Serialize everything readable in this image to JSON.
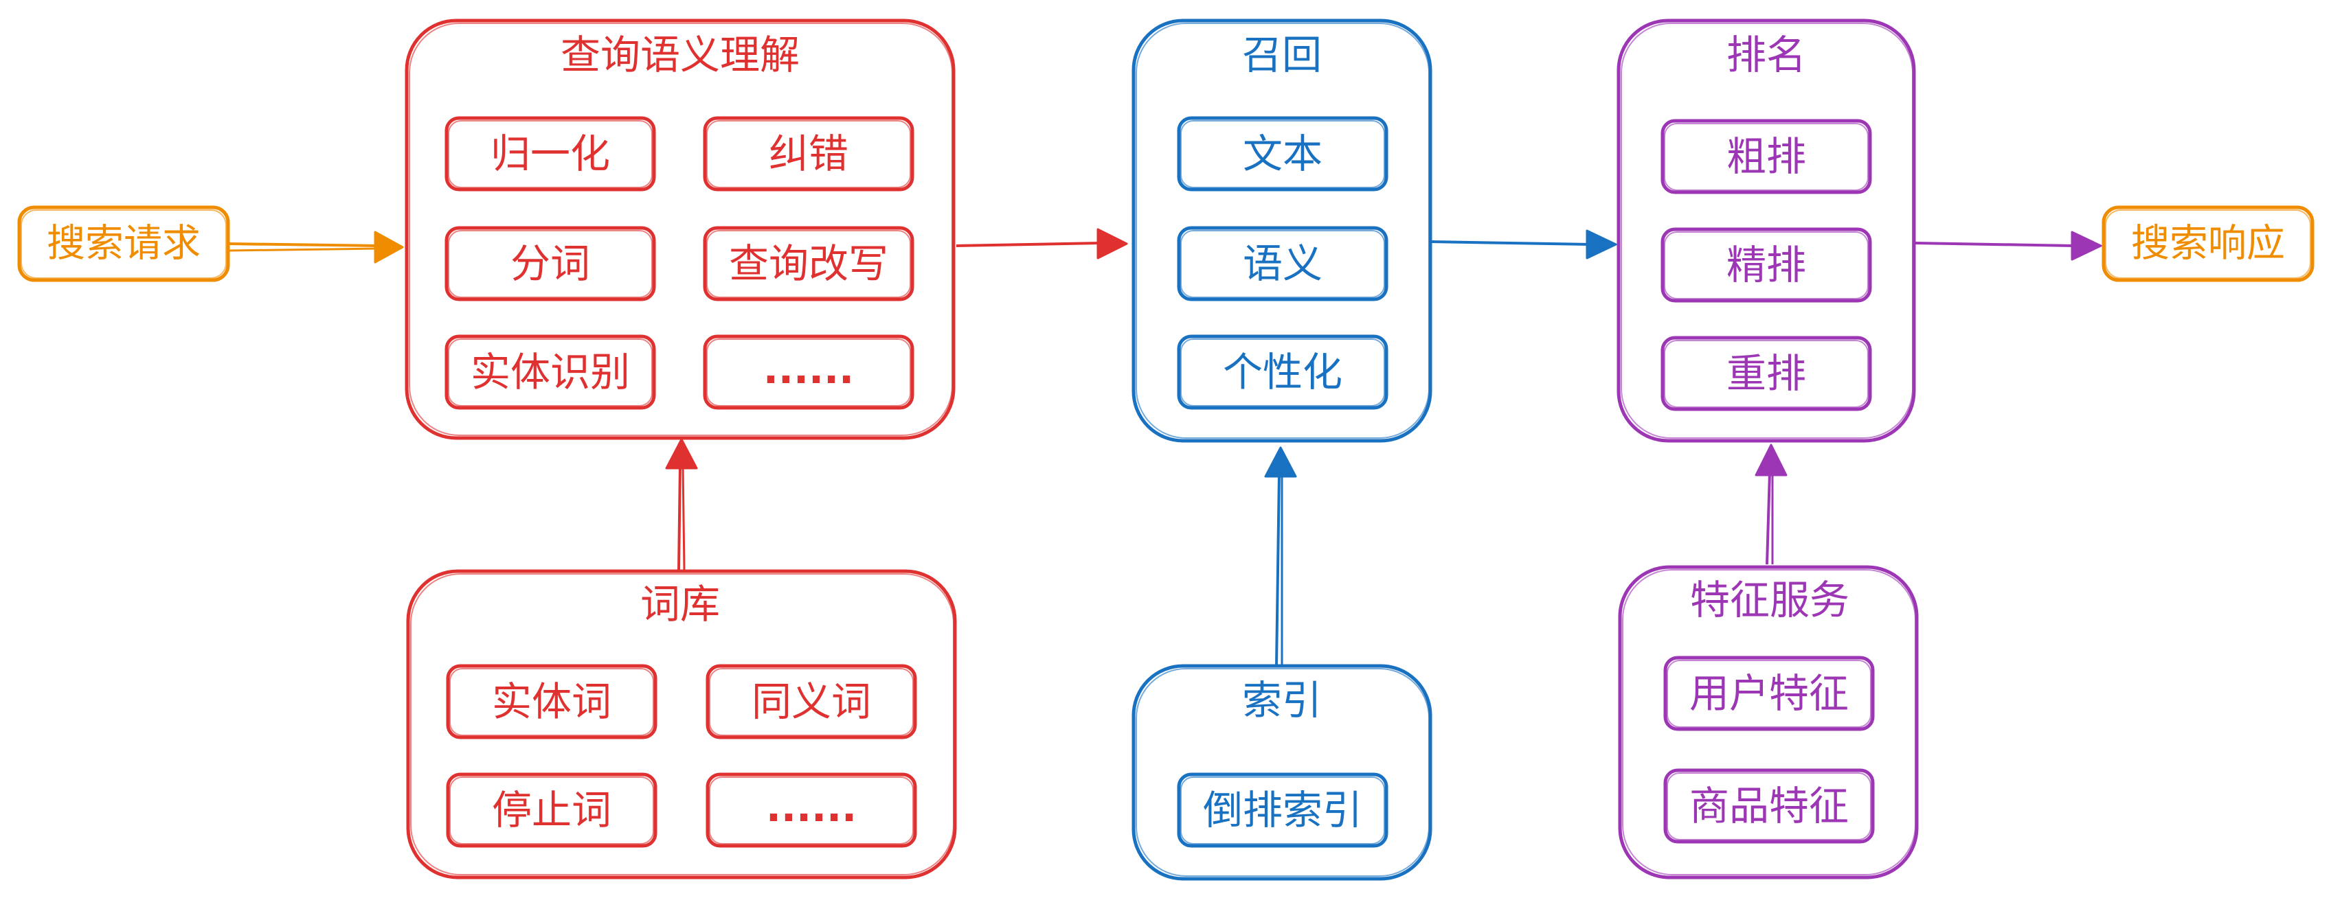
{
  "colors": {
    "red": "#e03131",
    "blue": "#1971c2",
    "purple": "#9c36b5",
    "orange": "#f08c00"
  },
  "input": {
    "label": "搜索请求"
  },
  "output": {
    "label": "搜索响应"
  },
  "groups": {
    "query_understanding": {
      "title": "查询语义理解",
      "items": [
        "归一化",
        "纠错",
        "分词",
        "查询改写",
        "实体识别",
        "......"
      ]
    },
    "lexicon": {
      "title": "词库",
      "items": [
        "实体词",
        "同义词",
        "停止词",
        "......"
      ]
    },
    "recall": {
      "title": "召回",
      "items": [
        "文本",
        "语义",
        "个性化"
      ]
    },
    "index": {
      "title": "索引",
      "items": [
        "倒排索引"
      ]
    },
    "ranking": {
      "title": "排名",
      "items": [
        "粗排",
        "精排",
        "重排"
      ]
    },
    "features": {
      "title": "特征服务",
      "items": [
        "用户特征",
        "商品特征"
      ]
    }
  }
}
